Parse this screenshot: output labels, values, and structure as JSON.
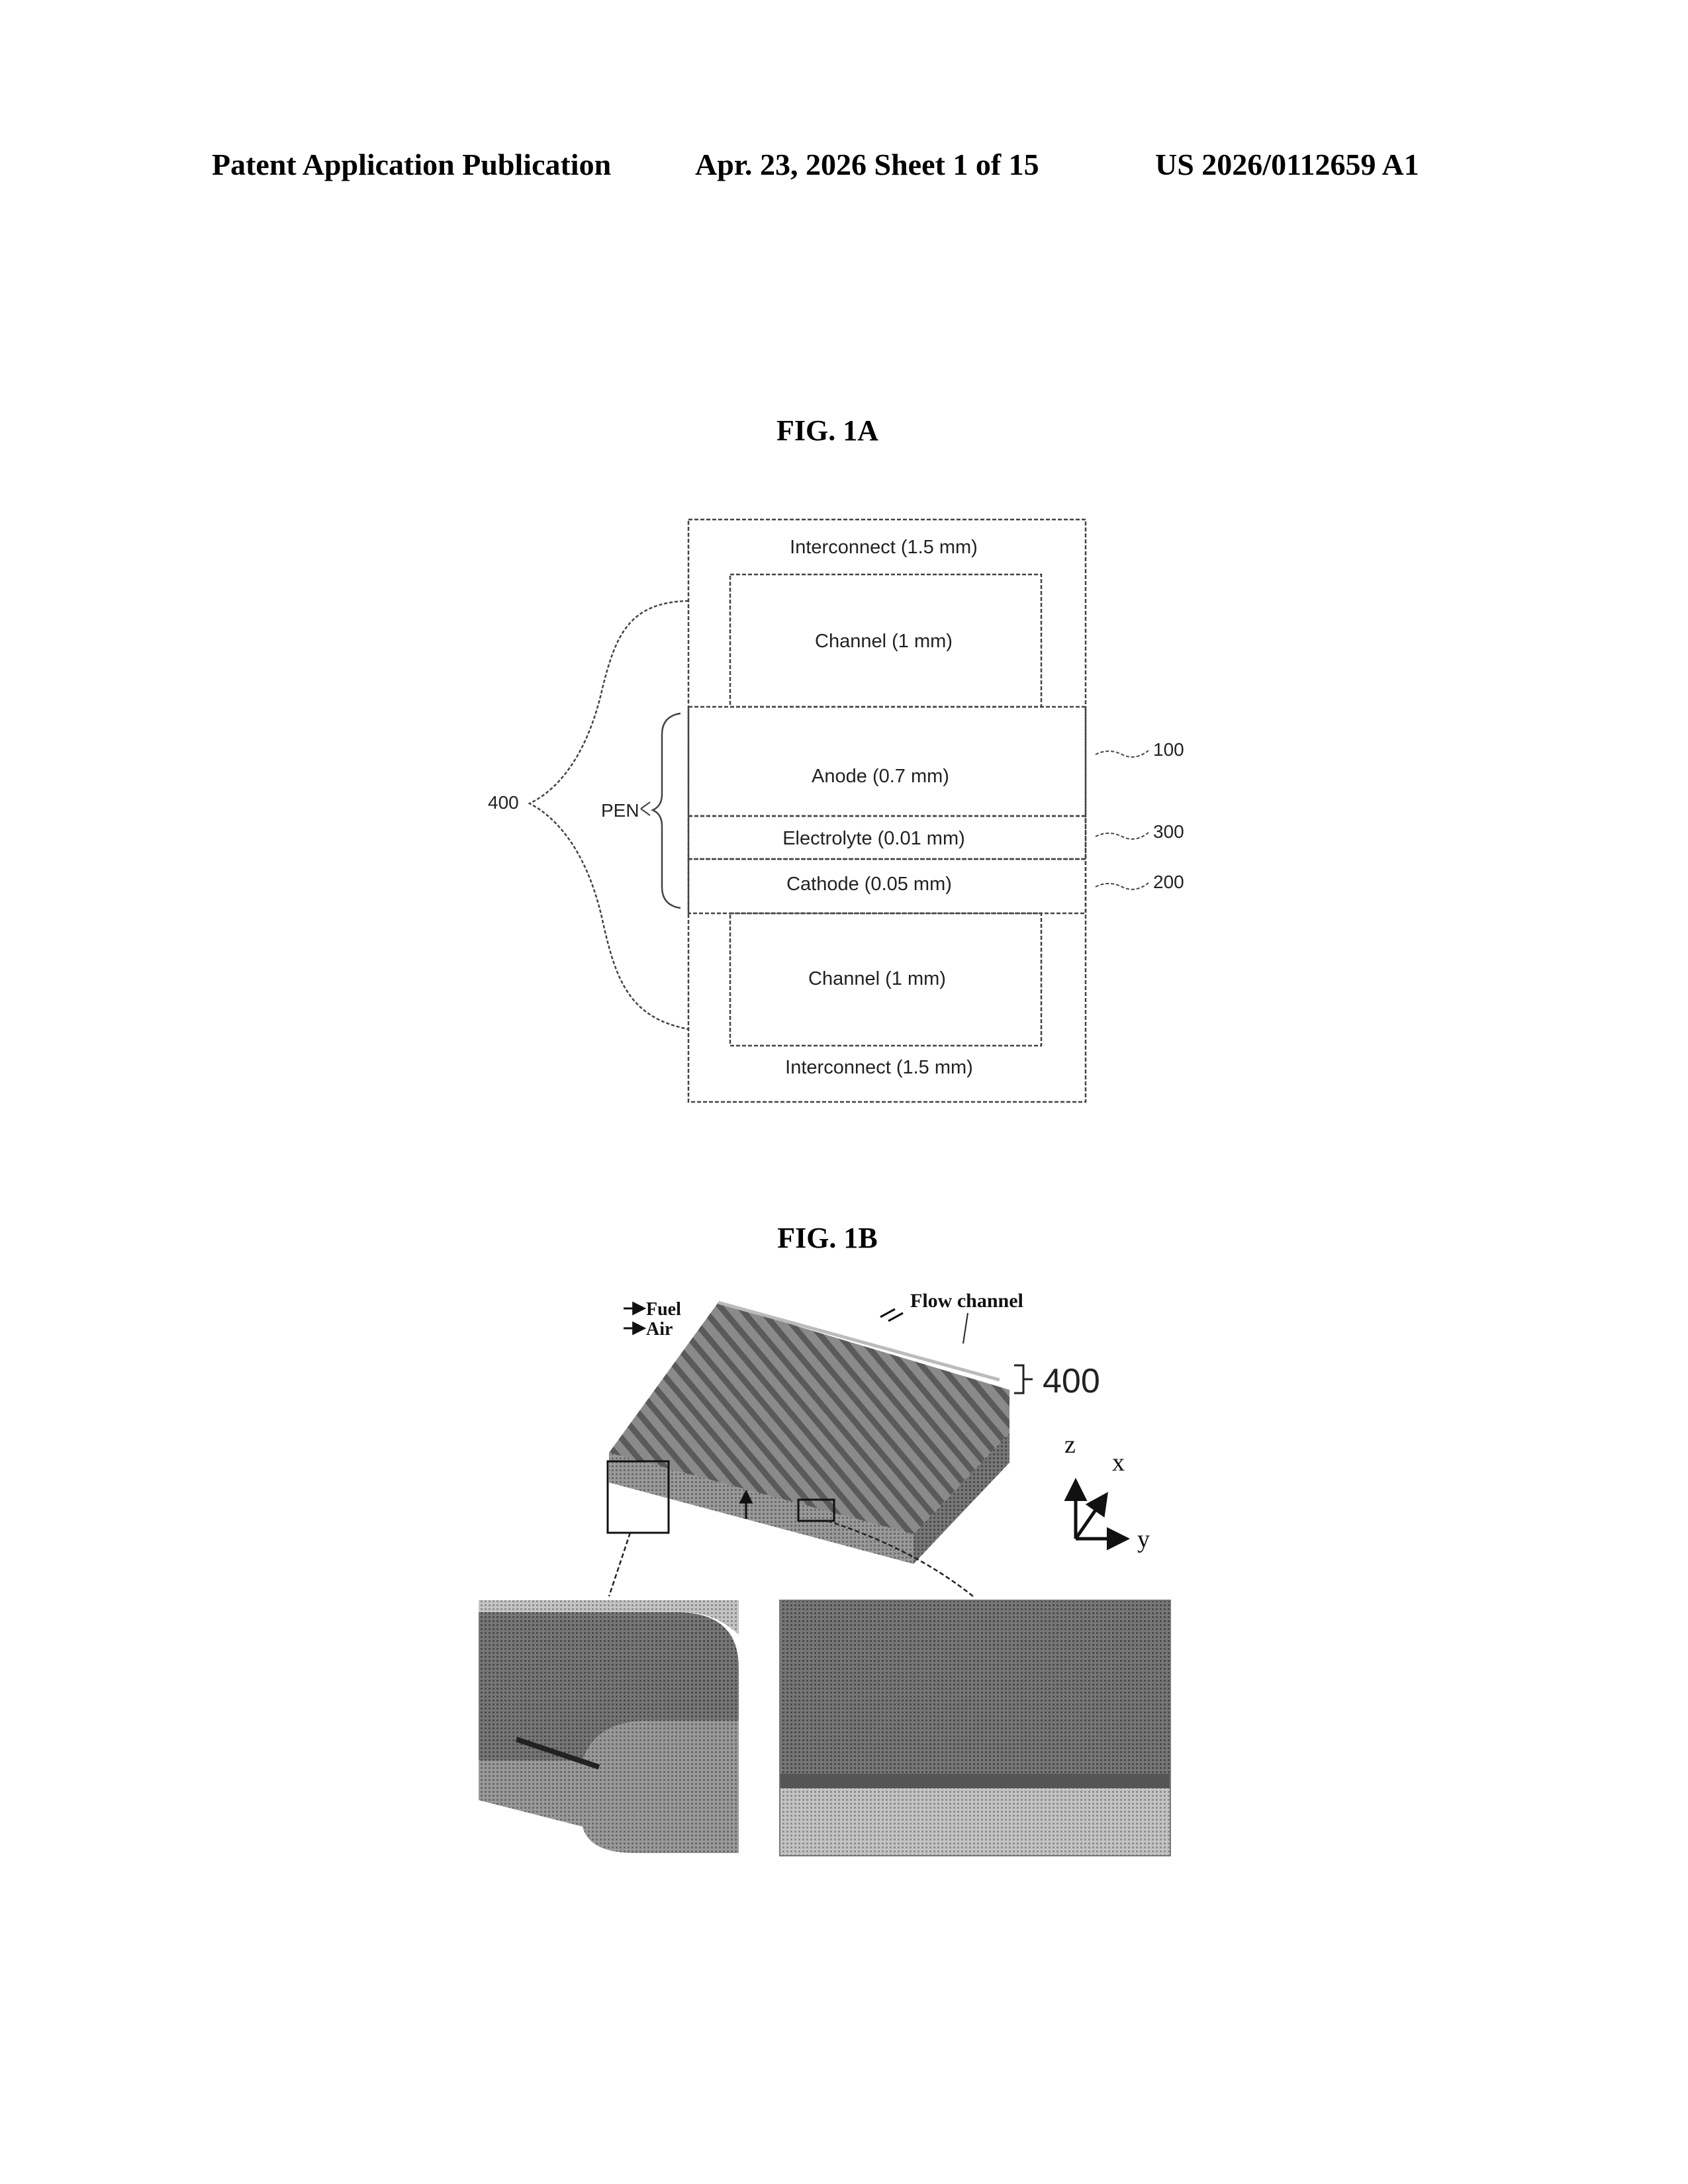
{
  "header": {
    "publication": "Patent Application Publication",
    "date_sheet": "Apr. 23, 2026  Sheet 1 of 15",
    "number": "US 2026/0112659 A1"
  },
  "fig1a": {
    "title": "FIG. 1A",
    "layers": {
      "interconnect_top": "Interconnect (1.5 mm)",
      "channel_top": "Channel (1 mm)",
      "anode": "Anode (0.7 mm)",
      "electrolyte": "Electrolyte (0.01 mm)",
      "cathode": "Cathode (0.05 mm)",
      "channel_bottom": "Channel (1 mm)",
      "interconnect_bottom": "Interconnect (1.5 mm)"
    },
    "refs": {
      "anode": "100",
      "electrolyte": "300",
      "cathode": "200",
      "unit": "400",
      "pen": "PEN"
    }
  },
  "fig1b": {
    "title": "FIG. 1B",
    "legend": {
      "fuel": "Fuel",
      "air": "Air"
    },
    "flow_channel": "Flow channel",
    "ref": "400",
    "axes": {
      "z": "z",
      "x": "x",
      "y": "y"
    }
  }
}
